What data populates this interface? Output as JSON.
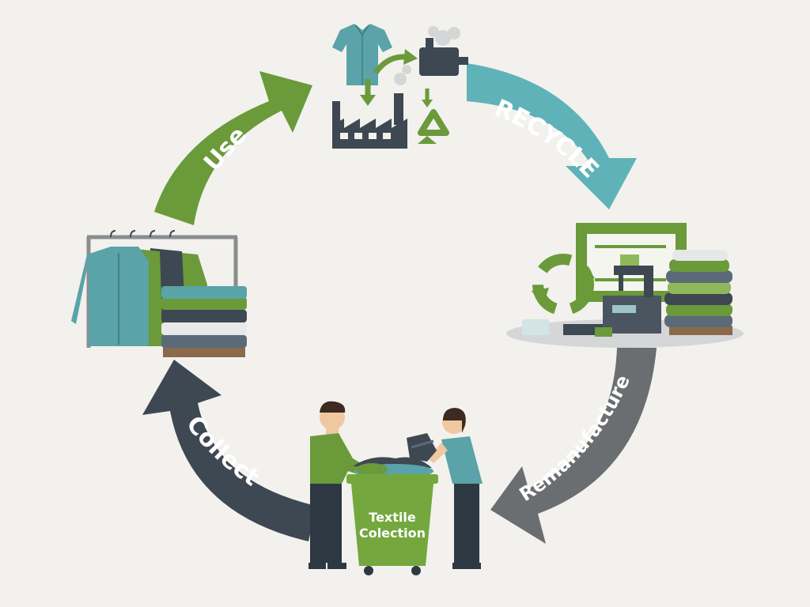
{
  "stages": {
    "use": "Use",
    "recycle": "RECYCLE",
    "remanufacture": "Remanufacture",
    "collect": "Collect"
  },
  "bin": {
    "line1": "Textile",
    "line2": "Colection"
  },
  "icons": {
    "top": [
      "shirt-icon",
      "factory-icon",
      "machine-icon",
      "recycle-icon"
    ],
    "right": [
      "recycle-icon",
      "sewing-machine-icon",
      "fabric-pile-icon"
    ],
    "bottom": [
      "person-icon",
      "collection-bin-icon"
    ],
    "left": [
      "clothes-rack-icon",
      "folded-clothes-icon"
    ]
  },
  "colors": {
    "use_arrow": "#6a9a3a",
    "recycle_arrow": "#5fb3b8",
    "remanufacture_arrow": "#6b6e70",
    "collect_arrow": "#3d4852",
    "bin": "#74a83f",
    "background": "#f2f1ed"
  }
}
